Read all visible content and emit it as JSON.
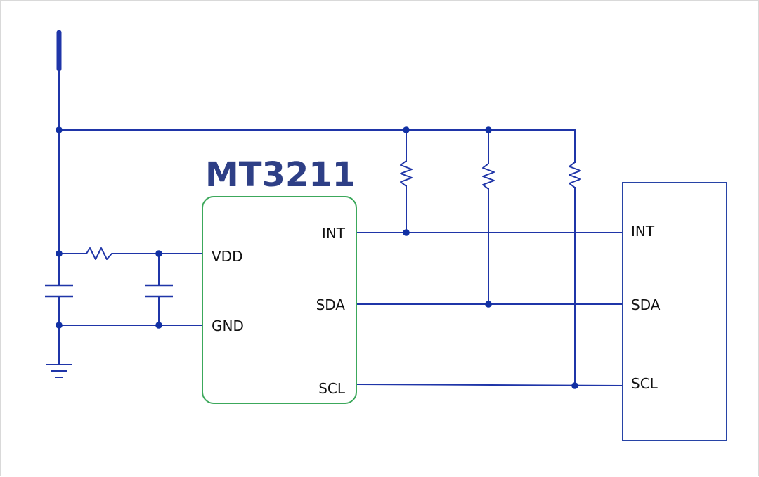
{
  "chip": {
    "name": "MT3211",
    "pins_left": [
      "VDD",
      "GND"
    ],
    "pins_right": [
      "INT",
      "SDA",
      "SCL"
    ]
  },
  "host": {
    "pins": [
      "INT",
      "SDA",
      "SCL"
    ]
  },
  "colors": {
    "wire": "#1f35a8",
    "chip_border": "#3ca85b",
    "host_border": "#2743a6",
    "title": "#2e3f86"
  }
}
